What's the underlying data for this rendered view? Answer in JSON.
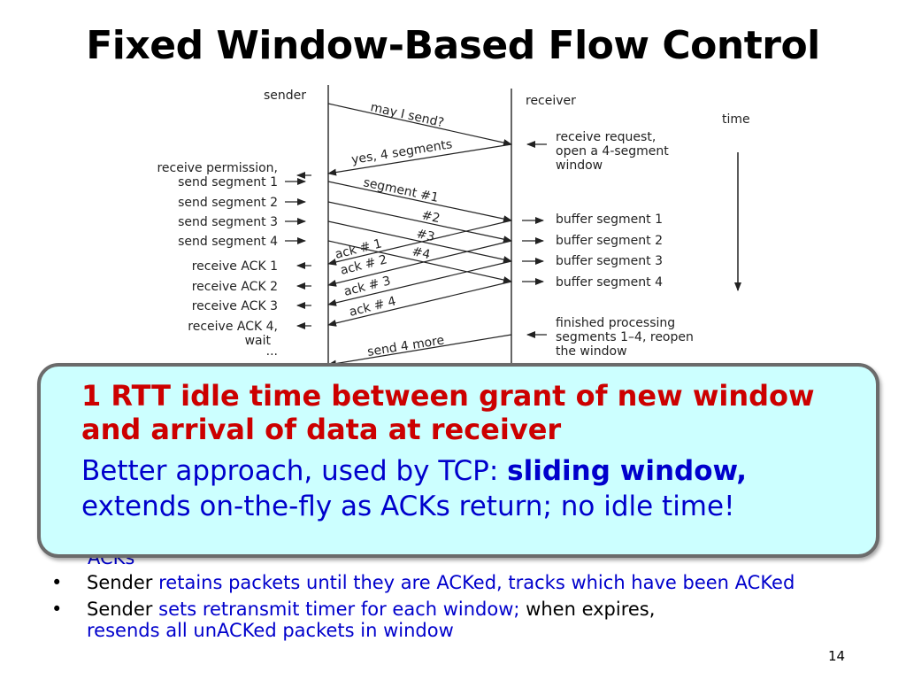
{
  "title": "Fixed Window-Based Flow Control",
  "diagram": {
    "sender_label": "sender",
    "receiver_label": "receiver",
    "time_label": "time",
    "messages": {
      "may_i_send": "may I send?",
      "yes_4": "yes, 4 segments",
      "seg1": "segment #1",
      "seg2": "#2",
      "seg3": "#3",
      "seg4": "#4",
      "ack1": "ack # 1",
      "ack2": "ack # 2",
      "ack3": "ack # 3",
      "ack4": "ack # 4",
      "send_more": "send 4 more"
    },
    "sender_events": [
      "receive permission,",
      "send segment 1",
      "send segment 2",
      "send segment 3",
      "send segment 4",
      "receive ACK 1",
      "receive ACK 2",
      "receive ACK 3",
      "receive ACK 4,",
      "wait",
      "..."
    ],
    "receiver_events": [
      "receive request,",
      "open a 4-segment",
      "window",
      "buffer segment 1",
      "buffer segment 2",
      "buffer segment 3",
      "buffer segment 4",
      "finished processing",
      "segments 1–4, reopen",
      "the window"
    ]
  },
  "callout": {
    "red_text": "1 RTT idle time between grant of new window and arrival of data at receiver",
    "blue_prefix": "Better approach, used by TCP: ",
    "blue_bold": "sliding window,",
    "blue_suffix": "extends on-the-fly as ACKs return; no idle time!"
  },
  "bullets": {
    "clipped": "ACKs",
    "b1_black": "Sender ",
    "b1_blue": "retains packets until they are ACKed, tracks which have been ACKed",
    "b2_black1": "Sender ",
    "b2_blue1": "sets retransmit timer for each window;",
    "b2_black2": " when expires,",
    "b2_blue2": "resends all unACKed packets in window",
    "bullet_glyph": "•"
  },
  "slide_number": "14",
  "colors": {
    "red": "#cc0000",
    "blue": "#0000cc",
    "callout_bg": "#ccffff",
    "callout_border": "#6b6b6b"
  }
}
